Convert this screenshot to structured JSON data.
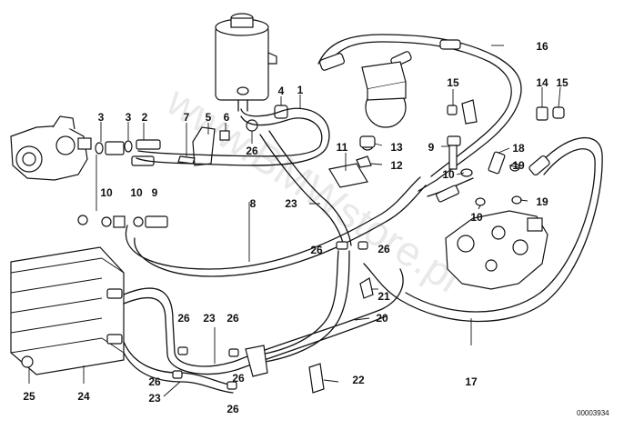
{
  "diagram": {
    "reference_number": "00003934",
    "watermark": "www.BMWstore.pl",
    "callouts": {
      "c1": "1",
      "c2": "2",
      "c3a": "3",
      "c3b": "3",
      "c4": "4",
      "c5": "5",
      "c6": "6",
      "c7": "7",
      "c8": "8",
      "c9a": "9",
      "c9b": "9",
      "c10a": "10",
      "c10b": "10",
      "c10c": "10",
      "c10d": "10",
      "c11": "11",
      "c12": "12",
      "c13": "13",
      "c14": "14",
      "c15a": "15",
      "c15b": "15",
      "c16": "16",
      "c17": "17",
      "c18": "18",
      "c19a": "19",
      "c19b": "19",
      "c20": "20",
      "c21": "21",
      "c22": "22",
      "c23a": "23",
      "c23b": "23",
      "c23c": "23",
      "c24": "24",
      "c25": "25",
      "c26a": "26",
      "c26b": "26",
      "c26c": "26",
      "c26d": "26",
      "c26e": "26",
      "c26f": "26",
      "c26g": "26",
      "c26h": "26"
    }
  }
}
